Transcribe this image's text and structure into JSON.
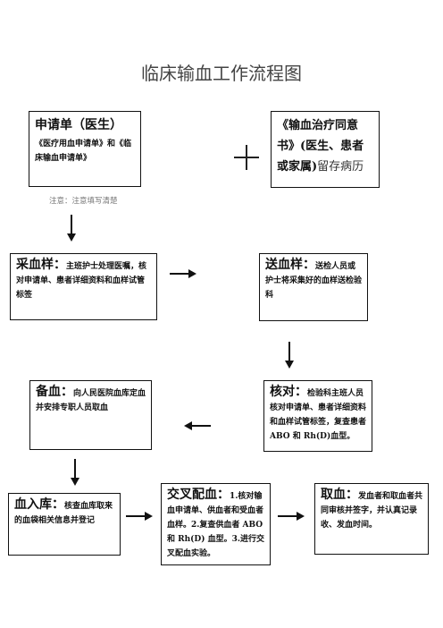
{
  "title": "临床输血工作流程图",
  "note": "注意：注意填写清楚",
  "application": {
    "head": "申请单（医生）",
    "detail": "《医疗用血申请单》和《临床输血申请单》"
  },
  "consent": {
    "bold": "《输血治疗同意书》(医生、患者或家属)",
    "tail": "留存病历"
  },
  "collect": {
    "head": "采血样：",
    "detail": "主班护士处理医嘱，核对申请单、患者详细资料和血样试管标签"
  },
  "send": {
    "head": "送血样：",
    "detail": "送检人员或护士将采集好的血样送检验科"
  },
  "prepare": {
    "head": "备血：",
    "detail": "向人民医院血库定血并安排专职人员取血"
  },
  "verify": {
    "head": "核对：",
    "detail1": "检验科主班人员",
    "detail2": "核对申请单、患者详细资料和血样试管标签，复查患者ABO 和 Rh(D)血型。"
  },
  "storage": {
    "head": "血入库：",
    "detail": "核查血库取来的血袋相关信息并登记"
  },
  "crossmatch": {
    "head": "交叉配血：",
    "detail": "1.核对输血申请单、供血者和受血者血样。2.复查供血者 ABO 和 Rh(D) 血型。3.进行交叉配血实验。"
  },
  "pickup": {
    "head": "取血：",
    "detail": "发血者和取血者共同审核并签字，并认真记录收、发血时间。"
  }
}
